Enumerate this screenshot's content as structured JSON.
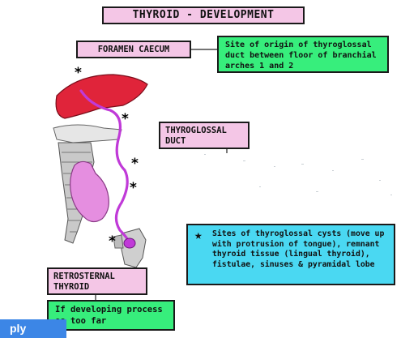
{
  "title": "THYROID - DEVELOPMENT",
  "labels": {
    "foramen_caecum": "FORAMEN CAECUM",
    "foramen_note": "Site of origin of thyroglossal duct between floor of branchial arches 1 and 2",
    "thyroglossal_duct": "THYROGLOSSAL DUCT",
    "cysts_star": "★",
    "cysts_note": "Sites of thyroglossal cysts (move up with protrusion of tongue), remnant thyroid tissue (lingual thyroid), fistulae, sinuses & pyramidal lobe",
    "retrosternal": "RETROSTERNAL THYROID",
    "retrosternal_note": "If developing process es too far"
  },
  "markers": [
    "*",
    "*",
    "*",
    "*",
    "*"
  ],
  "footer": {
    "apply_label": "ply"
  },
  "colors": {
    "pink_label": "#f4c6e6",
    "green_note": "#37ee7c",
    "cyan_note": "#4ad8f2",
    "duct": "#c03ad8",
    "tongue": "#e0243a",
    "gland": "#e58ee0"
  }
}
